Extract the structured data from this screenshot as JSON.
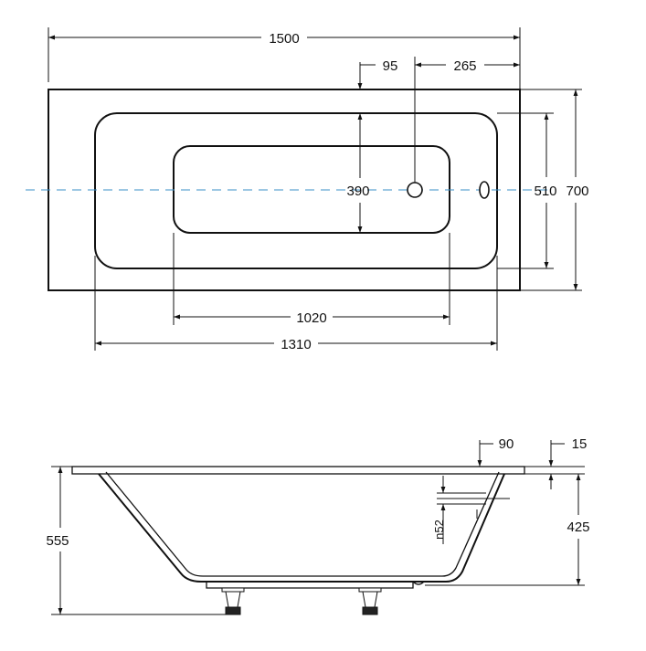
{
  "top_view": {
    "dimensions": {
      "length": "1500",
      "drain_offset": "95",
      "drain_to_edge": "265",
      "inner_width": "390",
      "bowl_width": "510",
      "width": "700",
      "inner_length": "1020",
      "bowl_length": "1310"
    },
    "colors": {
      "axis": "#3a8fc7",
      "lines": "#111111"
    }
  },
  "side_view": {
    "dimensions": {
      "height": "555",
      "rim_width": "90",
      "rim_thickness": "15",
      "depth": "425",
      "overflow": "n52"
    }
  }
}
